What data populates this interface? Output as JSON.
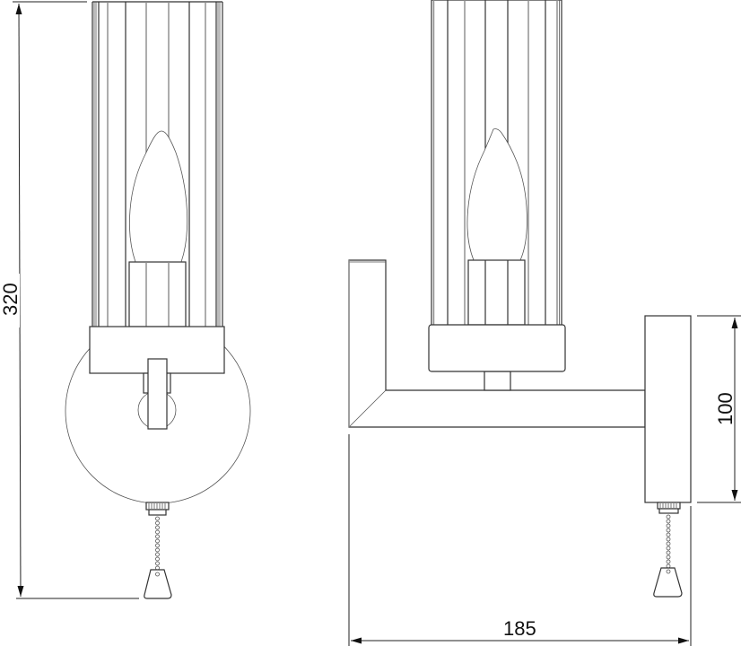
{
  "drawing": {
    "type": "technical-dimension-drawing",
    "subject": "wall-sconce-lamp",
    "views": [
      {
        "name": "front-view",
        "label": ""
      },
      {
        "name": "side-view",
        "label": ""
      }
    ],
    "line_color": "#333333",
    "background": "#ffffff"
  },
  "dimensions": {
    "height": {
      "value": "320",
      "orientation": "vertical",
      "applies_to": "front-view"
    },
    "depth": {
      "value": "185",
      "orientation": "horizontal",
      "applies_to": "side-view"
    },
    "plate_height": {
      "value": "100",
      "orientation": "vertical",
      "applies_to": "side-view"
    }
  }
}
